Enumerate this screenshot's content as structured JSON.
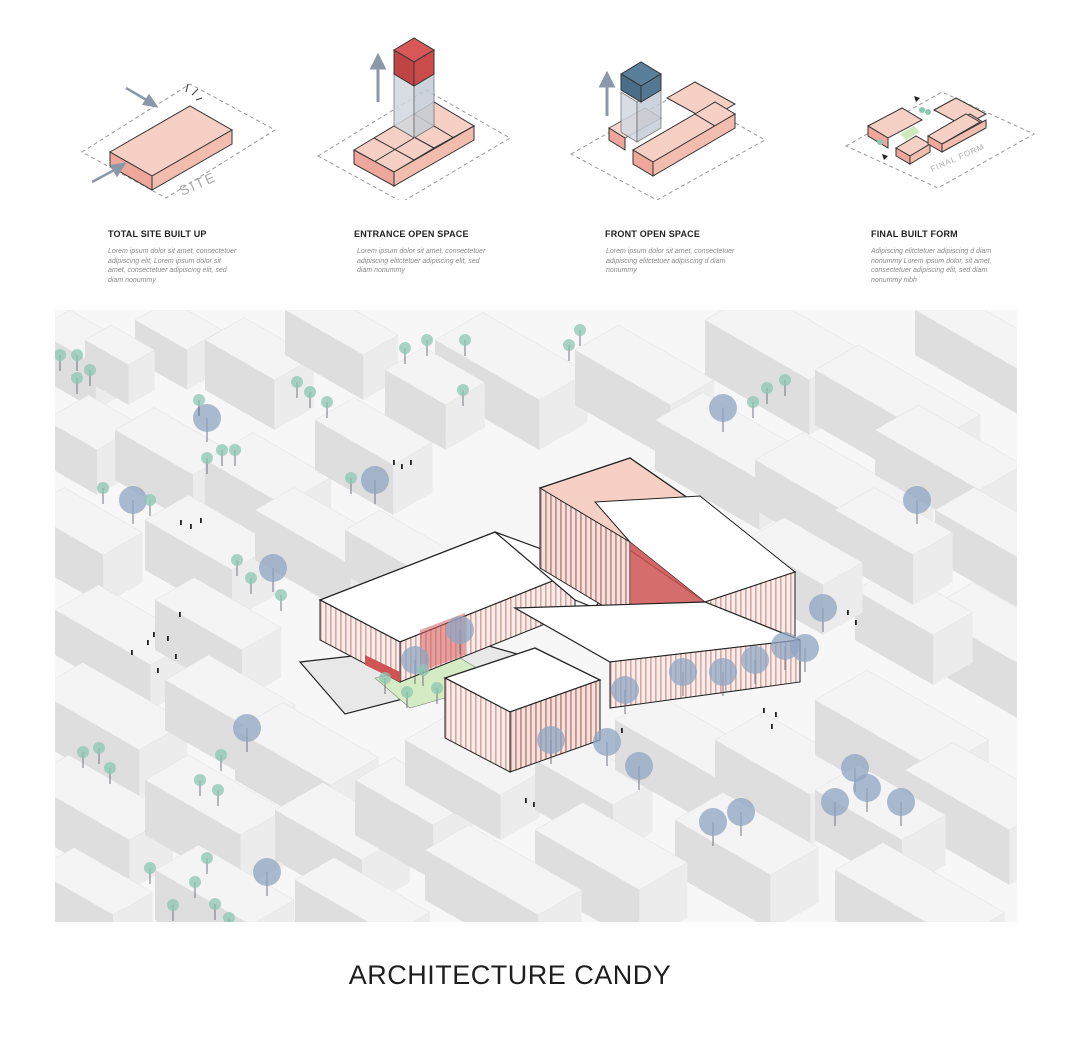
{
  "steps": [
    {
      "title": "TOTAL SITE BUILT UP",
      "desc": "Lorem ipsum dolor sit amet, consectetuer adipiscing elit, Lorem ipsum dolor sit amet, consectetuer adipiscing elit, sed diam nonummy"
    },
    {
      "title": "ENTRANCE OPEN SPACE",
      "desc": "Lorem ipsum dolor sit amet, consectetuer adipiscing elitctetuer adipiscing elit, sed diam nonummy"
    },
    {
      "title": "FRONT OPEN SPACE",
      "desc": "Lorem ipsum dolor sit amet, consectetuer adipiscing elitctetuer adipiscing d diam nonummy"
    },
    {
      "title": "FINAL BUILT FORM",
      "desc": "Adipiscing elitctetuer adipiscing d diam nonummy Lorem ipsum dolor, sit amet, consectetuer adipiscing elit, sed diam nonummy nibh"
    }
  ],
  "diagram_labels": {
    "site": "SITE",
    "final_form": "FINAL FORM"
  },
  "caption": "ARCHITECTURE CANDY",
  "colors": {
    "mass_pink": "#f2c2b8",
    "tower_red": "#cd4a4a",
    "tower_blue": "#4f7693",
    "context_grey": "#e6e6e6",
    "tree_blue": "#8fa6c3",
    "tree_green": "#8cc7b3",
    "lawn_green": "#cfe8bd"
  }
}
